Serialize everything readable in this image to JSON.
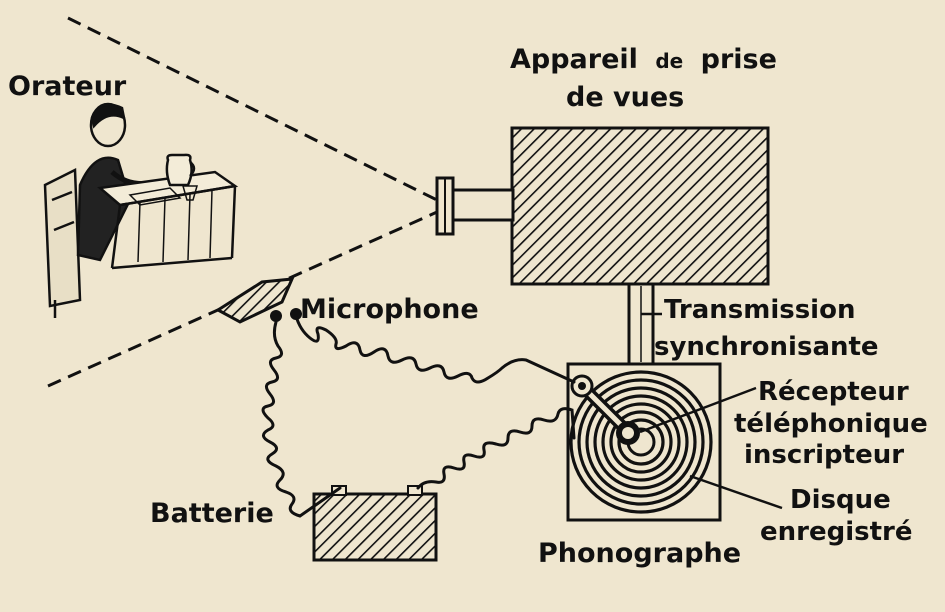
{
  "labels": {
    "orateur": "Orateur",
    "appareil_main": "Appareil",
    "appareil_de": "de",
    "appareil_prise": "prise",
    "appareil_line2": "de vues",
    "microphone": "Microphone",
    "transmission_line1": "Transmission",
    "transmission_line2": "synchronisante",
    "recepteur_line1": "Récepteur",
    "recepteur_line2": "téléphonique",
    "recepteur_line3": "inscripteur",
    "disque_line1": "Disque",
    "disque_line2": "enregistré",
    "batterie": "Batterie",
    "phonographe": "Phonographe"
  },
  "colors": {
    "paper": "#efe6cf",
    "ink": "#111111"
  }
}
